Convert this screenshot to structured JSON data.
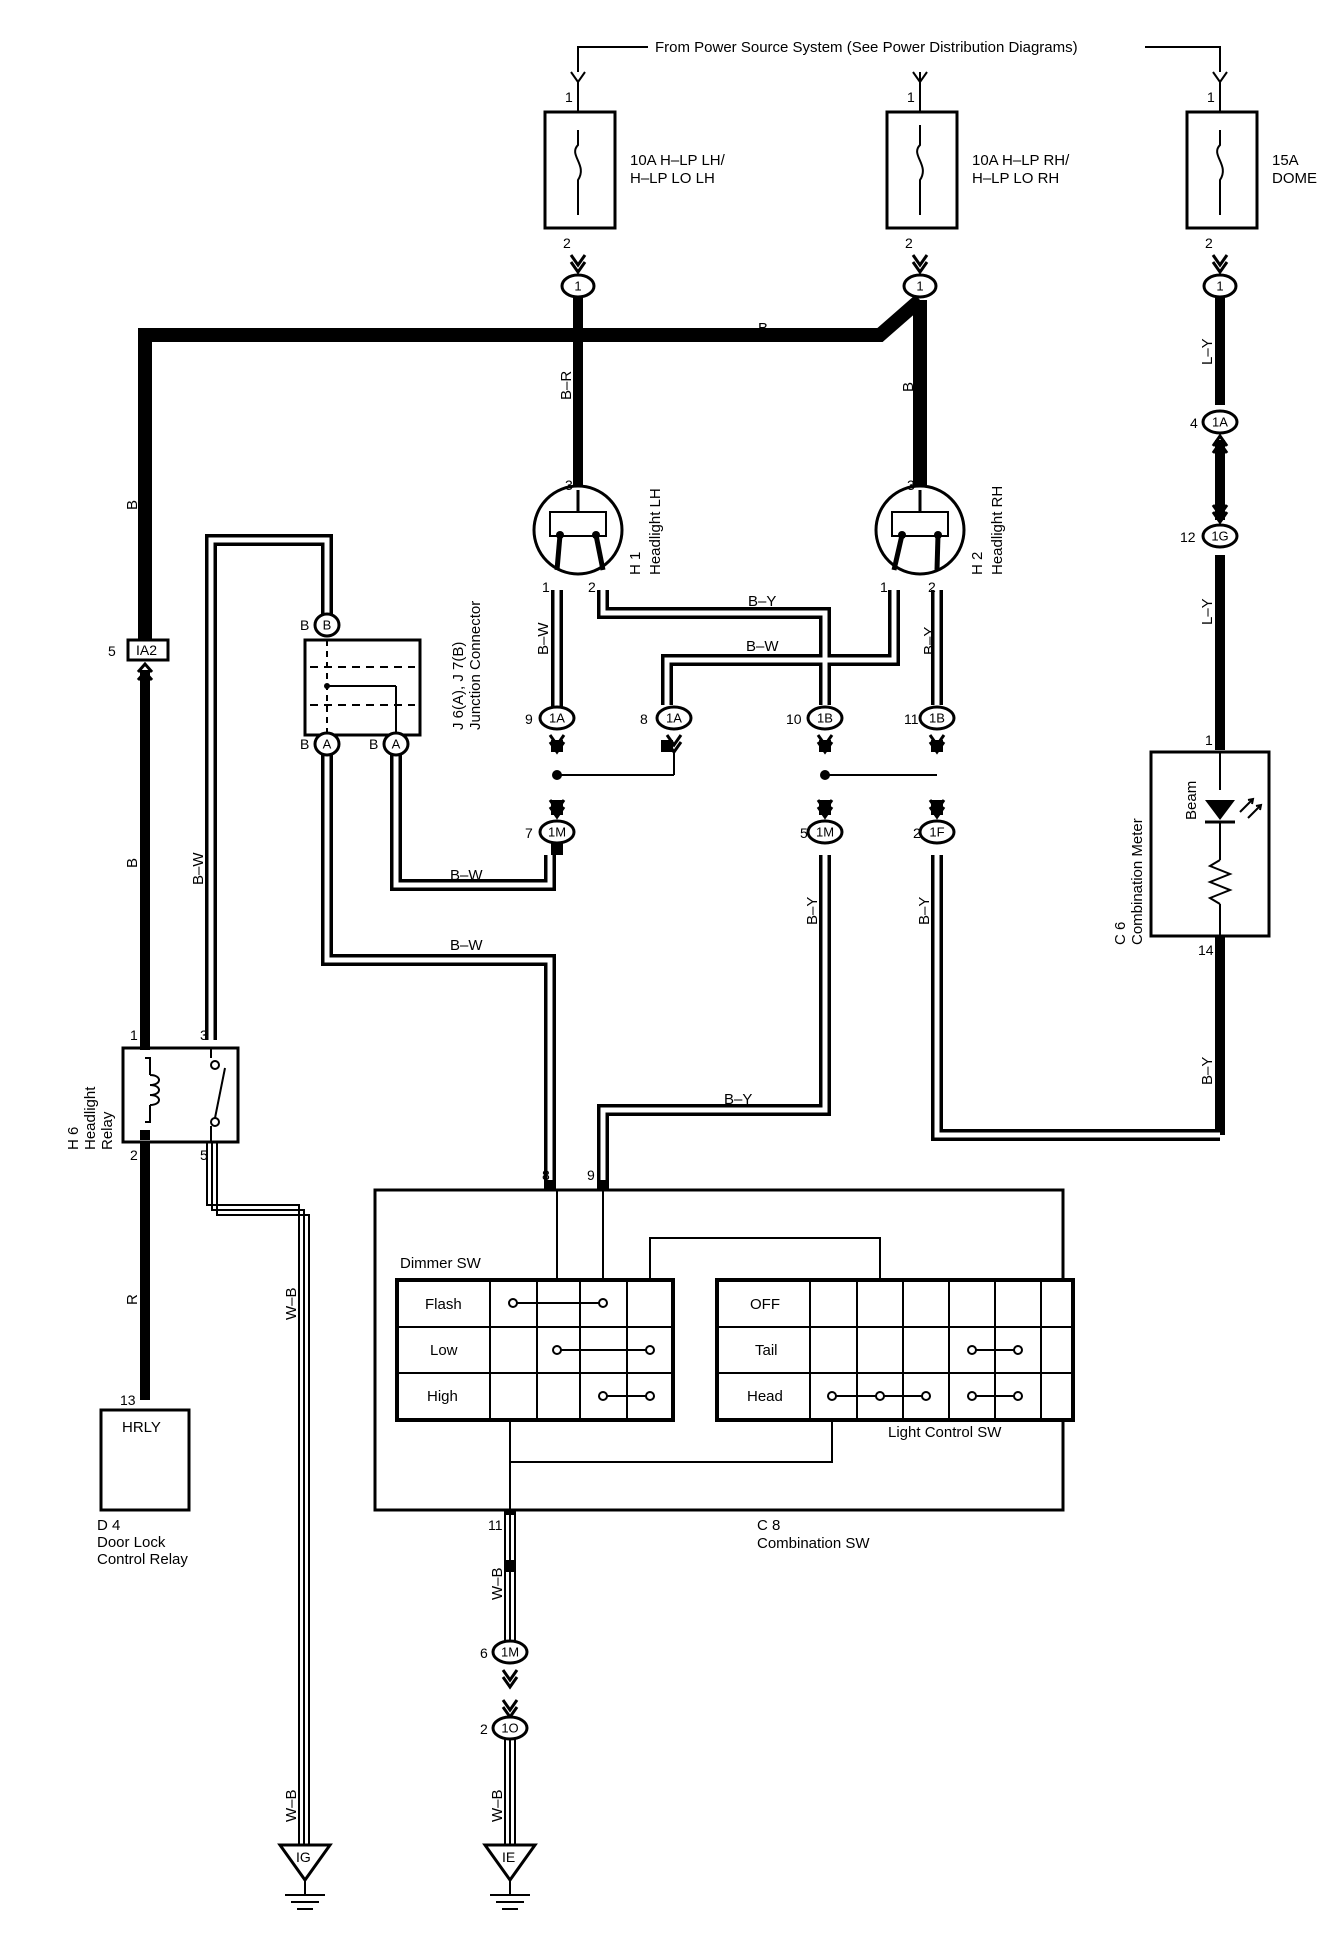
{
  "header": {
    "power_source": "From Power Source System (See Power Distribution Diagrams)"
  },
  "fuses": [
    {
      "label_line1": "10A H–LP LH/",
      "label_line2": "H–LP LO LH",
      "pin_in": "1",
      "pin_out": "2",
      "connector": "1"
    },
    {
      "label_line1": "10A H–LP RH/",
      "label_line2": "H–LP LO RH",
      "pin_in": "1",
      "pin_out": "2",
      "connector": "1"
    },
    {
      "label_line1": "15A",
      "label_line2": "DOME",
      "pin_in": "1",
      "pin_out": "2",
      "connector": "1"
    }
  ],
  "wires": {
    "b_top": "B",
    "b_left_upper": "B",
    "b_left_lower": "B",
    "b_r": "B–R",
    "b_rh": "B",
    "b_y_lh": "B–Y",
    "b_w_lh": "B–W",
    "b_w_mid": "B–W",
    "b_y_rh": "B–Y",
    "b_w_relay": "B–W",
    "b_w_jc_low": "B–W",
    "b_w_jc_ext": "B–W",
    "b_y_1m": "B–Y",
    "b_y_1f": "B–Y",
    "b_y_sw": "B–Y",
    "b_y_meter": "B–Y",
    "l_y_top": "L–Y",
    "l_y_mid": "L–Y",
    "r": "R",
    "w_b_relay": "W–B",
    "w_b_relay_low": "W–B",
    "w_b_sw": "W–B",
    "w_b_sw_low": "W–B"
  },
  "headlights": [
    {
      "id": "H 1",
      "name": "Headlight LH",
      "pin_1": "1",
      "pin_2": "2",
      "pin_3": "3"
    },
    {
      "id": "H 2",
      "name": "Headlight RH",
      "pin_1": "1",
      "pin_2": "2",
      "pin_3": "3"
    }
  ],
  "connectors": {
    "c1A_4": {
      "pin": "4",
      "code": "1A"
    },
    "c1G_12": {
      "pin": "12",
      "code": "1G"
    },
    "c1A_9": {
      "pin": "9",
      "code": "1A"
    },
    "c1A_8": {
      "pin": "8",
      "code": "1A"
    },
    "c1B_10": {
      "pin": "10",
      "code": "1B"
    },
    "c1B_11": {
      "pin": "11",
      "code": "1B"
    },
    "c1M_7": {
      "pin": "7",
      "code": "1M"
    },
    "c1M_5": {
      "pin": "5",
      "code": "1M"
    },
    "c1F_2": {
      "pin": "2",
      "code": "1F"
    },
    "c1M_6": {
      "pin": "6",
      "code": "1M"
    },
    "c1O_2": {
      "pin": "2",
      "code": "1O"
    },
    "ia2": {
      "pin": "5",
      "code": "IA2"
    }
  },
  "junction": {
    "label_line1": "J 6(A), J 7(B)",
    "label_line2": "Junction Connector",
    "pin_b1": "B",
    "pin_b1_code": "B",
    "pin_b2": "B",
    "pin_b2_code": "A",
    "pin_b3": "B",
    "pin_b3_code": "A"
  },
  "relay": {
    "id": "H 6",
    "line1": "Headlight",
    "line2": "Relay",
    "pin_1": "1",
    "pin_2": "2",
    "pin_3": "3",
    "pin_5": "5"
  },
  "door_relay": {
    "terminal": "HRLY",
    "pin": "13",
    "id": "D 4",
    "line1": "Door Lock",
    "line2": "Control Relay"
  },
  "meter": {
    "id": "C 6",
    "name": "Combination Meter",
    "beam": "Beam",
    "pin_1": "1",
    "pin_14": "14"
  },
  "combo_sw": {
    "id": "C 8",
    "name": "Combination SW",
    "pin_8": "8",
    "pin_9": "9",
    "pin_11": "11",
    "dimmer_title": "Dimmer SW",
    "dimmer_rows": [
      "Flash",
      "Low",
      "High"
    ],
    "light_rows": [
      "OFF",
      "Tail",
      "Head"
    ],
    "light_title": "Light Control SW"
  },
  "grounds": [
    {
      "code": "IG"
    },
    {
      "code": "IE"
    }
  ]
}
